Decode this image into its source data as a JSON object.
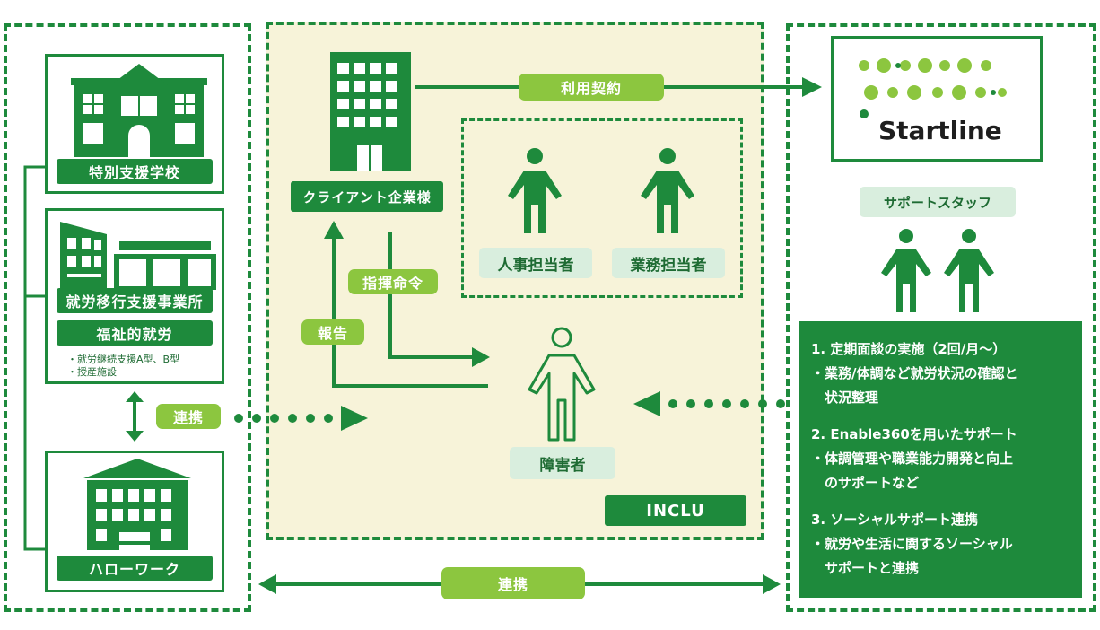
{
  "left": {
    "school": "特別支援学校",
    "office": "就労移行支援事業所",
    "welfare": "福祉的就労",
    "welfare_notes": [
      "・就労継続支援A型、B型",
      "・授産施設"
    ],
    "hello_work": "ハローワーク",
    "link": "連携"
  },
  "middle": {
    "client": "クライアント企業様",
    "contract": "利用契約",
    "command": "指揮命令",
    "report": "報告",
    "hr": "人事担当者",
    "biz": "業務担当者",
    "person": "障害者",
    "brand": "INCLU"
  },
  "right": {
    "logo_text": "Startline",
    "support_staff": "サポートスタッフ",
    "services": [
      "1. 定期面談の実施（2回/月～）",
      "・業務/体調など就労状況の確認と",
      "　状況整理",
      "",
      "2. Enable360を用いたサポート",
      "・体調管理や職業能力開発と向上",
      "　のサポートなど",
      "",
      "3. ソーシャルサポート連携",
      "・就労や生活に関するソーシャル",
      "　サポートと連携"
    ]
  },
  "bottom_link": "連携",
  "colors": {
    "dark_green": "#1e8a3c",
    "lime": "#8cc63f",
    "pale_green": "#d9eede",
    "cream": "#f7f3d9"
  }
}
